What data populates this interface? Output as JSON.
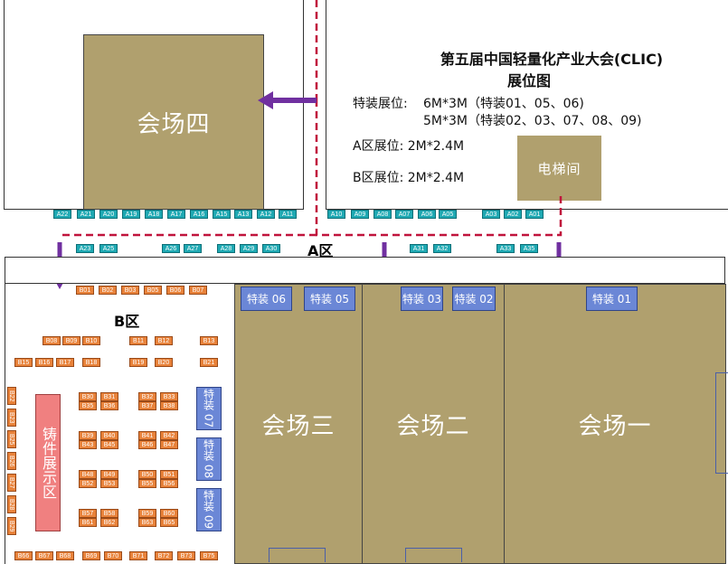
{
  "title": {
    "line1": "第五届中国轻量化产业大会(CLIC)",
    "line2": "展位图"
  },
  "legend": {
    "special_label": "特装展位:",
    "special_line1": "6M*3M（特装01、05、06)",
    "special_line2": "5M*3M（特装02、03、07、08、09)",
    "a_zone": "A区展位:  2M*2.4M",
    "b_zone": "B区展位:  2M*2.4M"
  },
  "elevator": "电梯间",
  "zone_labels": {
    "a": "A区",
    "b": "B区"
  },
  "halls": {
    "four": "会场四",
    "three": "会场三",
    "two": "会场二",
    "one": "会场一"
  },
  "casting": "铸件展示区",
  "special_booths": {
    "s06": "特装 06",
    "s05": "特装 05",
    "s03": "特装 03",
    "s02": "特装 02",
    "s01": "特装 01",
    "s07": "特装 07",
    "s08": "特装 08",
    "s09": "特装 09"
  },
  "a_booths_top": [
    "A22",
    "A21",
    "A20",
    "A19",
    "A18",
    "A17",
    "A16",
    "A15",
    "A13",
    "A12",
    "A11",
    "A10",
    "A09",
    "A08",
    "A07",
    "A06",
    "A05",
    "A03",
    "A02",
    "A01"
  ],
  "a_booths_bottom": [
    "A23",
    "A25",
    "A26",
    "A27",
    "A28",
    "A29",
    "A30",
    "A31",
    "A32",
    "A33",
    "A35"
  ],
  "b_booths": [
    "B01",
    "B02",
    "B03",
    "B05",
    "B06",
    "B07",
    "B08",
    "B09",
    "B10",
    "B11",
    "B12",
    "B13",
    "B15",
    "B16",
    "B17",
    "B18",
    "B19",
    "B20",
    "B21",
    "B22",
    "B23",
    "B25",
    "B26",
    "B27",
    "B28",
    "B29",
    "B30",
    "B31",
    "B32",
    "B33",
    "B35",
    "B36",
    "B37",
    "B38",
    "B39",
    "B40",
    "B41",
    "B42",
    "B43",
    "B45",
    "B46",
    "B47",
    "B48",
    "B49",
    "B50",
    "B51",
    "B52",
    "B53",
    "B55",
    "B56",
    "B57",
    "B58",
    "B59",
    "B60",
    "B61",
    "B62",
    "B63",
    "B65",
    "B66",
    "B67",
    "B68",
    "B69",
    "B70",
    "B71",
    "B72",
    "B73",
    "B75"
  ],
  "colors": {
    "hall": "#b0a06e",
    "a_booth": "#1fa9b3",
    "b_booth": "#e8823a",
    "special": "#6b87d6",
    "casting": "#f08080",
    "arrow": "#7030a0",
    "route": "#c0143c"
  }
}
